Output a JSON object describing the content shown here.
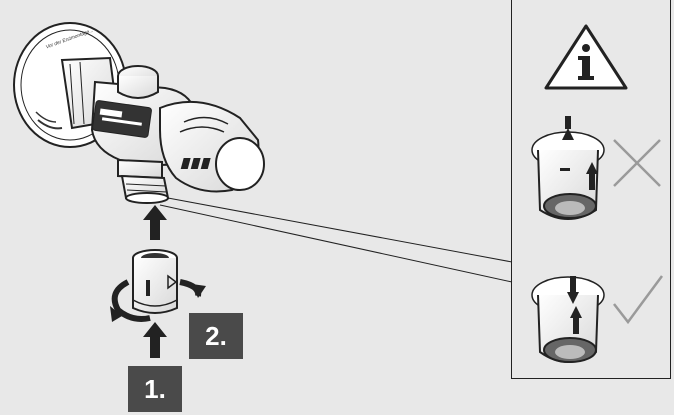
{
  "steps": [
    {
      "label": "1."
    },
    {
      "label": "2."
    }
  ],
  "panel": {
    "info_icon": "info-warning-triangle-icon",
    "wrong_marker_icon": "cross-mark-icon",
    "correct_marker_icon": "check-mark-icon"
  },
  "valve": {
    "label_text": "Vor der Erstmontage..."
  },
  "colors": {
    "background": "#e8e8e8",
    "panel": "#ffffff",
    "badge": "#4a4a4a",
    "badge_text": "#ffffff",
    "stroke": "#222222",
    "arrow": "#222222",
    "mark": "#9a9a9a"
  }
}
